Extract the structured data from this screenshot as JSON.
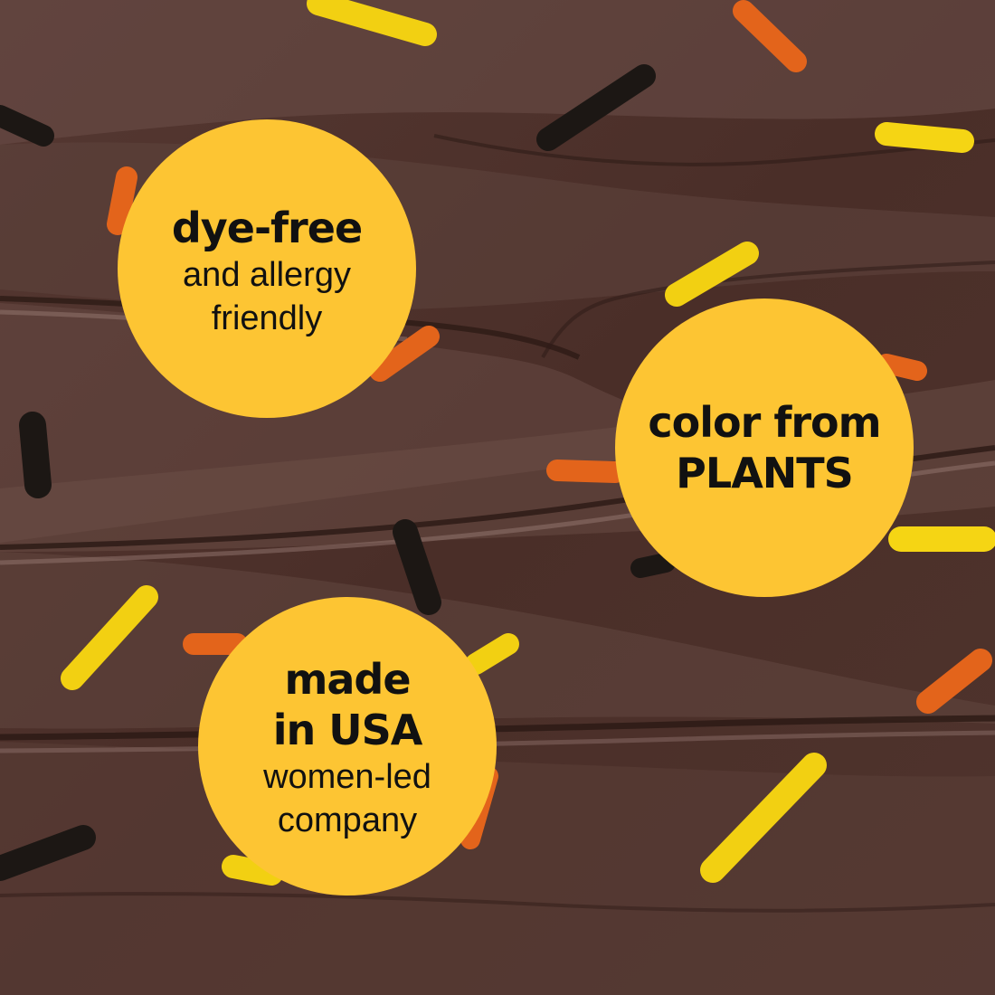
{
  "colors": {
    "frosting": "#4a2f28",
    "badge": "#fdc533",
    "text": "#111111",
    "sprinkle_yellow": "#f5d514",
    "sprinkle_orange": "#e8661c",
    "sprinkle_black": "#1c1714"
  },
  "badges": [
    {
      "bold": "dye-free",
      "line1": "and allergy",
      "line2": "friendly"
    },
    {
      "bold1": "color from",
      "bold2": "PLANTS"
    },
    {
      "bold1": "made",
      "bold2": "in USA",
      "line1": "women-led",
      "line2": "company"
    }
  ]
}
